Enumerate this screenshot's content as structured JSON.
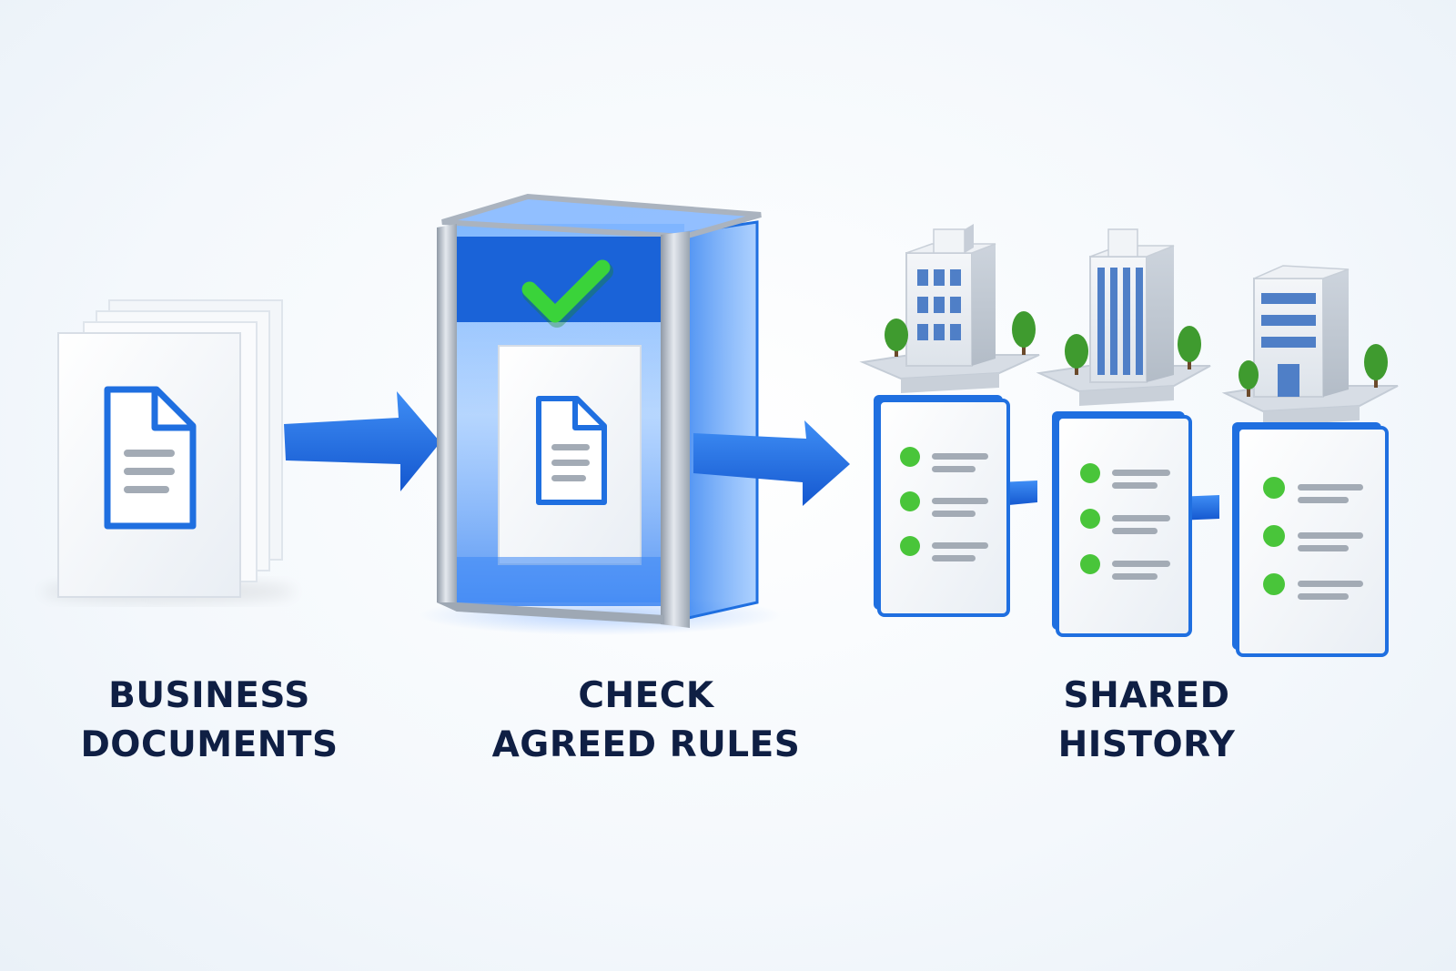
{
  "stages": [
    {
      "id": "business-documents",
      "lines": [
        "BUSINESS",
        "DOCUMENTS"
      ]
    },
    {
      "id": "check-agreed-rules",
      "lines": [
        "CHECK",
        "AGREED RULES"
      ]
    },
    {
      "id": "shared-history",
      "lines": [
        "SHARED",
        "HISTORY"
      ]
    }
  ],
  "icons": {
    "source": "document-stack-icon",
    "gate": "validation-gate-icon",
    "approved": "checkmark-icon",
    "organizations": "office-building-icon",
    "records": "checklist-ledger-icon",
    "flow": "arrow-right-icon"
  },
  "colors": {
    "brand_blue": "#1f6fe0",
    "check_green": "#3ad33a",
    "list_bullet_green": "#49c53a",
    "label_navy": "#0f1f44",
    "frame_silver": "#b8c0ca"
  }
}
